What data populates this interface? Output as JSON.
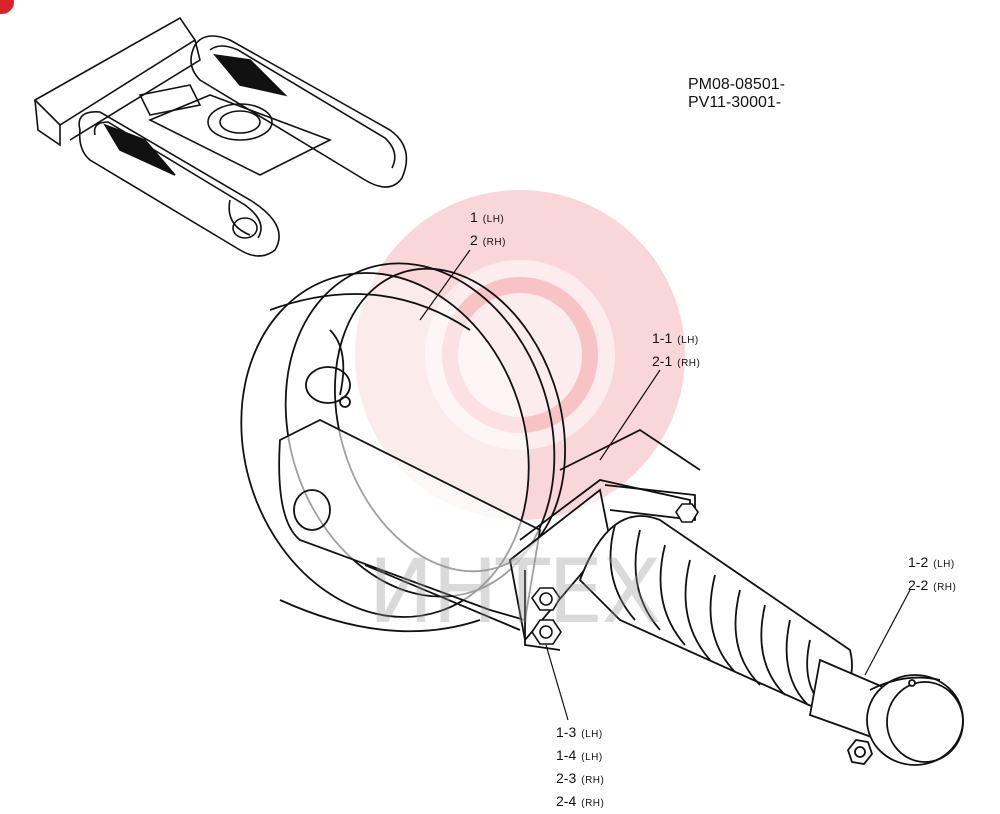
{
  "codes": [
    "PM08-08501-",
    "PV11-30001-"
  ],
  "callouts": [
    {
      "id": "c1",
      "lines": [
        {
          "num": "1",
          "side": "(LH)"
        },
        {
          "num": "2",
          "side": "(RH)"
        }
      ]
    },
    {
      "id": "c2",
      "lines": [
        {
          "num": "1-1",
          "side": "(LH)"
        },
        {
          "num": "2-1",
          "side": "(RH)"
        }
      ]
    },
    {
      "id": "c3",
      "lines": [
        {
          "num": "1-2",
          "side": "(LH)"
        },
        {
          "num": "2-2",
          "side": "(RH)"
        }
      ]
    },
    {
      "id": "c4",
      "lines": [
        {
          "num": "1-3",
          "side": "(LH)"
        },
        {
          "num": "1-4",
          "side": "(LH)"
        },
        {
          "num": "2-3",
          "side": "(RH)"
        },
        {
          "num": "2-4",
          "side": "(RH)"
        }
      ]
    }
  ],
  "watermark": {
    "text": "ИНТЕХ",
    "color": "#e8474f"
  },
  "colors": {
    "line": "#111111",
    "badge": "#d8232a"
  }
}
